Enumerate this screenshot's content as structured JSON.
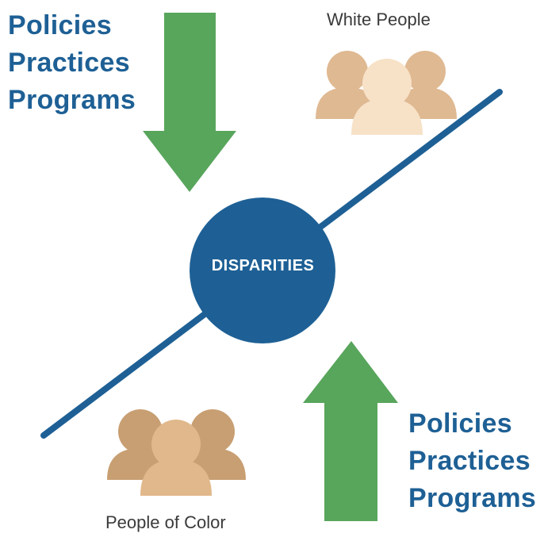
{
  "center": {
    "label": "DISPARITIES"
  },
  "top_policies": {
    "lines": [
      "Policies",
      "Practices",
      "Programs"
    ],
    "arrow_direction": "down"
  },
  "bottom_policies": {
    "lines": [
      "Policies",
      "Practices",
      "Programs"
    ],
    "arrow_direction": "up"
  },
  "groups": {
    "white_people": {
      "label": "White People",
      "icon": "people-group-icon"
    },
    "people_of_color": {
      "label": "People of Color",
      "icon": "people-group-icon"
    }
  },
  "colors": {
    "primary_blue": "#1e6095",
    "arrow_green": "#58a55c",
    "white_group_back": "#dfb992",
    "white_group_front": "#f7e2c8",
    "color_group_back": "#c89f72",
    "color_group_front": "#e1b88b"
  }
}
